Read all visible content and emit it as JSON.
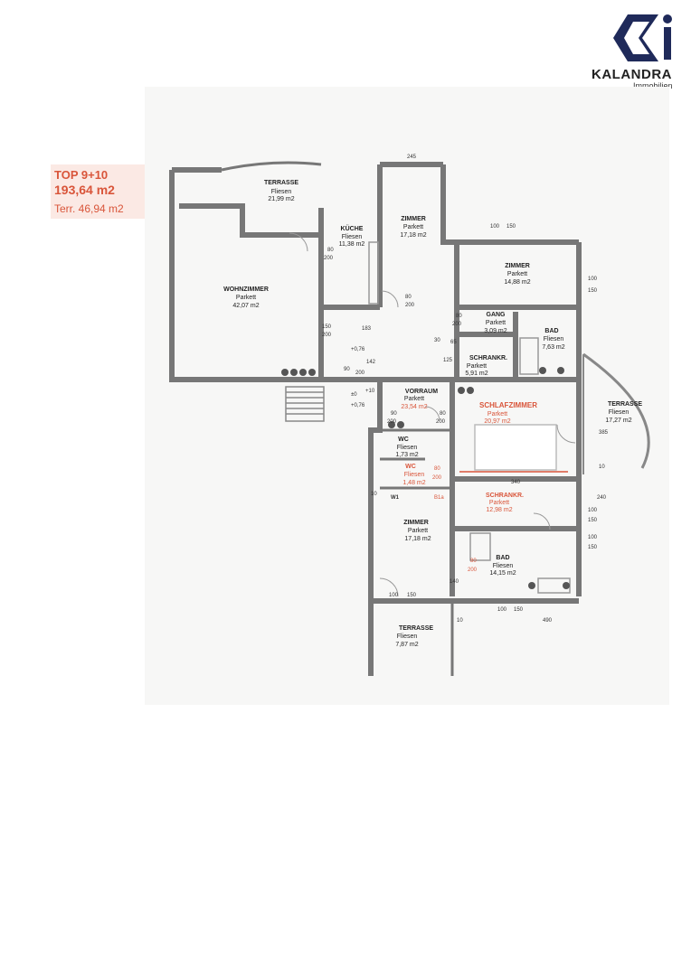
{
  "logo": {
    "name": "KALANDRA",
    "sub": "Immobilien"
  },
  "unit": {
    "top": "TOP 9+10",
    "area": "193,64 m2",
    "terrace": "Terr. 46,94 m2"
  },
  "rooms": {
    "terrasse1": {
      "name": "TERRASSE",
      "floor": "Fliesen",
      "area": "21,99 m2"
    },
    "kueche": {
      "name": "KÜCHE",
      "floor": "Fliesen",
      "area": "11,38 m2"
    },
    "zimmer1": {
      "name": "ZIMMER",
      "floor": "Parkett",
      "area": "17,18 m2"
    },
    "zimmer2": {
      "name": "ZIMMER",
      "floor": "Parkett",
      "area": "14,88 m2"
    },
    "wohnzimmer": {
      "name": "WOHNZIMMER",
      "floor": "Parkett",
      "area": "42,07 m2"
    },
    "gang": {
      "name": "GANG",
      "floor": "Parkett",
      "area": "3,09 m2"
    },
    "bad1": {
      "name": "BAD",
      "floor": "Fliesen",
      "area": "7,63 m2"
    },
    "schrank1": {
      "name": "SCHRANKR.",
      "floor": "Parkett",
      "area": "5,91 m2"
    },
    "vorraum": {
      "name": "VORRAUM",
      "floor": "Parkett",
      "area": "23,54 m2"
    },
    "schlafzimmer": {
      "name": "SCHLAFZIMMER",
      "floor": "Parkett",
      "area": "20,97 m2"
    },
    "terrasse2": {
      "name": "TERRASSE",
      "floor": "Fliesen",
      "area": "17,27 m2"
    },
    "wc1": {
      "name": "WC",
      "floor": "Fliesen",
      "area": "1,73 m2"
    },
    "wc2": {
      "name": "WC",
      "floor": "Fliesen",
      "area": "1,48 m2"
    },
    "schrank2": {
      "name": "SCHRANKR.",
      "floor": "Parkett",
      "area": "12,98 m2"
    },
    "zimmer3": {
      "name": "ZIMMER",
      "floor": "Parkett",
      "area": "17,18 m2"
    },
    "bad2": {
      "name": "BAD",
      "floor": "Fliesen",
      "area": "14,15 m2"
    },
    "terrasse3": {
      "name": "TERRASSE",
      "floor": "Fliesen",
      "area": "7,87 m2"
    }
  },
  "levels": {
    "l1": "+0,76",
    "l2": "+0,76",
    "l3": "±0",
    "l4": "+10"
  },
  "dims": {
    "d245": "245",
    "d80": "80",
    "d200": "200",
    "d100": "100",
    "d150": "150",
    "d90": "90",
    "d30": "30",
    "d65": "65",
    "d125": "125",
    "d142": "142",
    "d183": "183",
    "d340": "340",
    "d385": "385",
    "d10": "10",
    "d240": "240",
    "d490": "490",
    "d140": "140",
    "d60": "60",
    "w1": "W1",
    "b1": "B1a"
  }
}
